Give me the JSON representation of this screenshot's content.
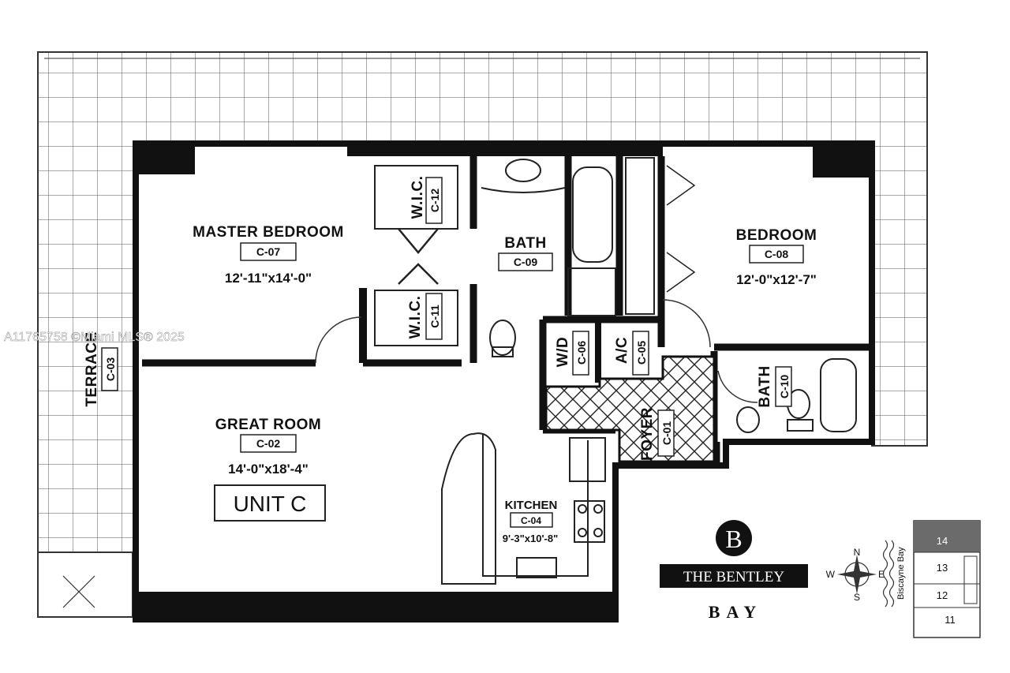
{
  "watermark": "A11765758 ©Miami MLS® 2025",
  "rooms": {
    "master_bedroom": {
      "name": "MASTER BEDROOM",
      "code": "C-07",
      "dims": "12'-11\"x14'-0\""
    },
    "bedroom": {
      "name": "BEDROOM",
      "code": "C-08",
      "dims": "12'-0\"x12'-7\""
    },
    "bath_main": {
      "name": "BATH",
      "code": "C-09"
    },
    "bath_2": {
      "name": "BATH",
      "code": "C-10"
    },
    "wic_1": {
      "name": "W.I.C.",
      "code": "C-12"
    },
    "wic_2": {
      "name": "W.I.C.",
      "code": "C-11"
    },
    "wd": {
      "name": "W/D",
      "code": "C-06"
    },
    "ac": {
      "name": "A/C",
      "code": "C-05"
    },
    "foyer": {
      "name": "FOYER",
      "code": "C-01"
    },
    "terrace": {
      "name": "TERRACE",
      "code": "C-03"
    },
    "great_room": {
      "name": "GREAT ROOM",
      "code": "C-02",
      "dims": "14'-0\"x18'-4\""
    },
    "kitchen": {
      "name": "KITCHEN",
      "code": "C-04",
      "dims": "9'-3\"x10'-8\""
    }
  },
  "unit_label": "UNIT C",
  "logo": {
    "letter": "B",
    "name": "THE BENTLEY",
    "subtitle": "BAY"
  },
  "compass": {
    "n": "N",
    "s": "S",
    "e": "E",
    "w": "W"
  },
  "keyplan": {
    "water_label": "Biscayne Bay",
    "floors": [
      "14",
      "13",
      "12",
      "11"
    ],
    "highlight": "14"
  },
  "colors": {
    "wall": "#111111",
    "line": "#444444",
    "highlight": "#6b6b6b"
  }
}
